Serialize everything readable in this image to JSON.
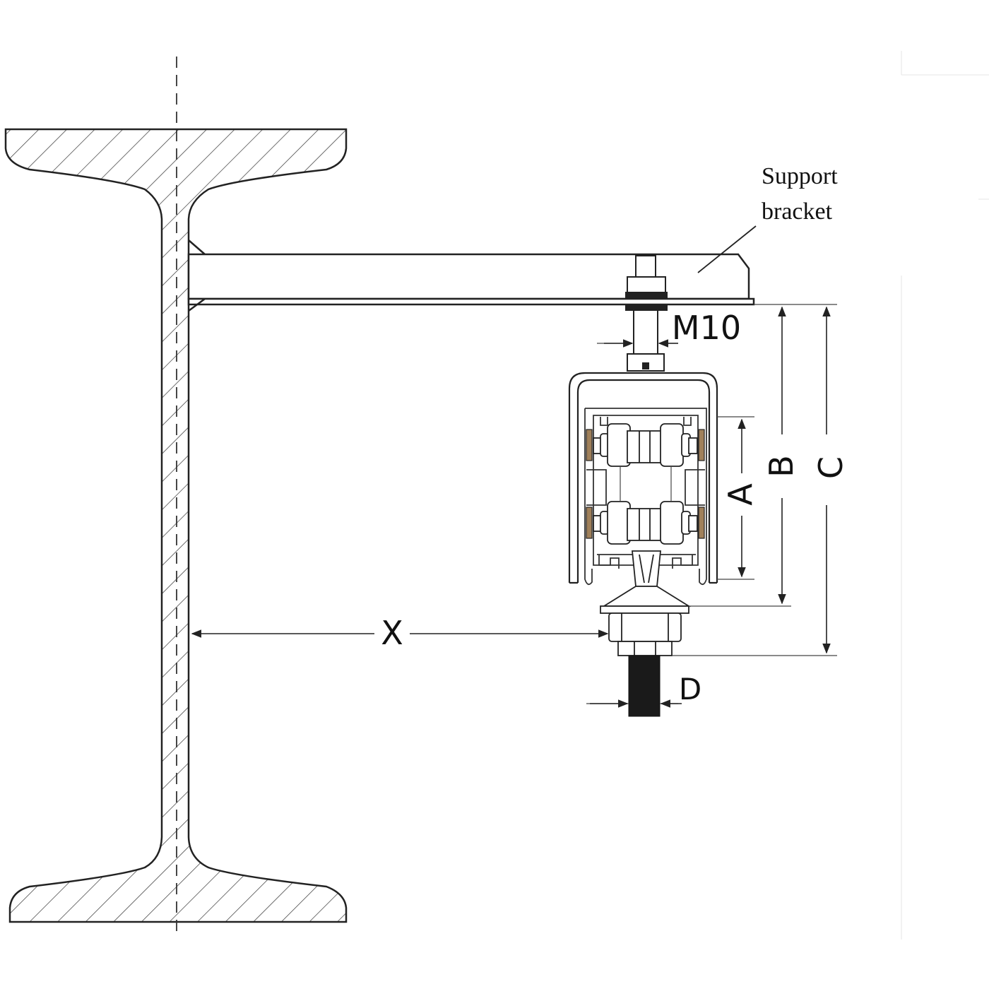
{
  "labels": {
    "support_bracket_line1": "Support",
    "support_bracket_line2": "bracket",
    "bolt_size": "M10"
  },
  "dimensions": {
    "a": "A",
    "b": "B",
    "c": "C",
    "d": "D",
    "x": "X"
  },
  "colors": {
    "line": "#222222",
    "brush": "#a0805a",
    "cable": "#1a1a1a"
  }
}
